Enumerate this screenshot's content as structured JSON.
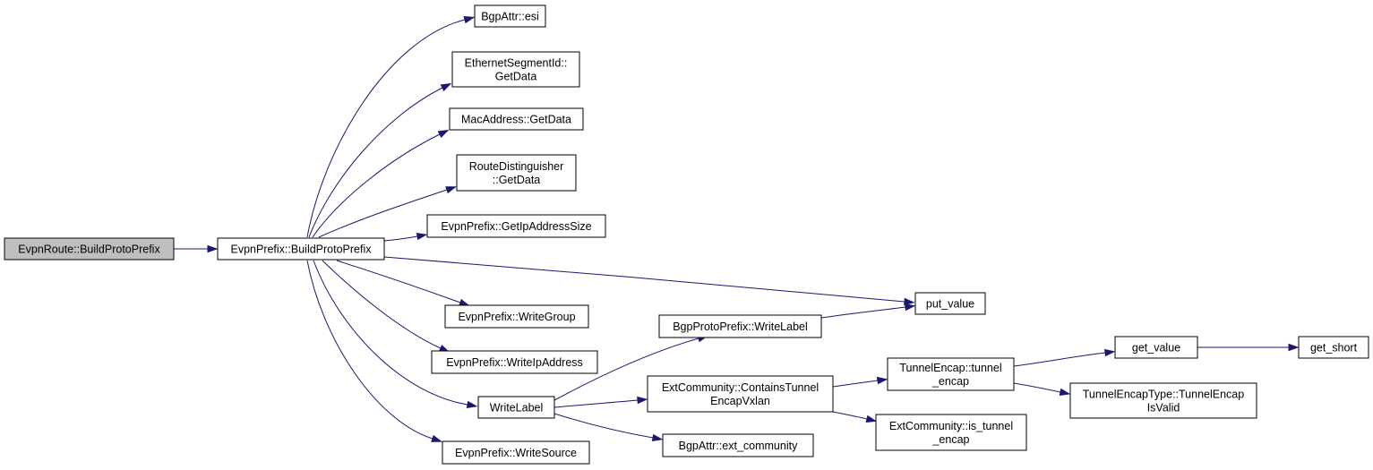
{
  "nodes": [
    {
      "id": "root",
      "lines": [
        "EvpnRoute::BuildProtoPrefix"
      ],
      "highlight": true
    },
    {
      "id": "build",
      "lines": [
        "EvpnPrefix::BuildProtoPrefix"
      ]
    },
    {
      "id": "esi",
      "lines": [
        "BgpAttr::esi"
      ]
    },
    {
      "id": "esid",
      "lines": [
        "EthernetSegmentId::",
        "GetData"
      ]
    },
    {
      "id": "mac",
      "lines": [
        "MacAddress::GetData"
      ]
    },
    {
      "id": "rd",
      "lines": [
        "RouteDistinguisher",
        "::GetData"
      ]
    },
    {
      "id": "ipsize",
      "lines": [
        "EvpnPrefix::GetIpAddressSize"
      ]
    },
    {
      "id": "putv",
      "lines": [
        "put_value"
      ]
    },
    {
      "id": "wgroup",
      "lines": [
        "EvpnPrefix::WriteGroup"
      ]
    },
    {
      "id": "wip",
      "lines": [
        "EvpnPrefix::WriteIpAddress"
      ]
    },
    {
      "id": "wlabel",
      "lines": [
        "WriteLabel"
      ]
    },
    {
      "id": "wsource",
      "lines": [
        "EvpnPrefix::WriteSource"
      ]
    },
    {
      "id": "bgpwl",
      "lines": [
        "BgpProtoPrefix::WriteLabel"
      ]
    },
    {
      "id": "ctev",
      "lines": [
        "ExtCommunity::ContainsTunnel",
        "EncapVxlan"
      ]
    },
    {
      "id": "extc",
      "lines": [
        "BgpAttr::ext_community"
      ]
    },
    {
      "id": "te",
      "lines": [
        "TunnelEncap::tunnel",
        "_encap"
      ]
    },
    {
      "id": "iste",
      "lines": [
        "ExtCommunity::is_tunnel",
        "_encap"
      ]
    },
    {
      "id": "getv",
      "lines": [
        "get_value"
      ]
    },
    {
      "id": "gets",
      "lines": [
        "get_short"
      ]
    },
    {
      "id": "tetv",
      "lines": [
        "TunnelEncapType::TunnelEncap",
        "IsValid"
      ]
    }
  ],
  "edges": [
    {
      "from": "root",
      "to": "build"
    },
    {
      "from": "build",
      "to": "esi"
    },
    {
      "from": "build",
      "to": "esid"
    },
    {
      "from": "build",
      "to": "mac"
    },
    {
      "from": "build",
      "to": "rd"
    },
    {
      "from": "build",
      "to": "ipsize"
    },
    {
      "from": "build",
      "to": "putv"
    },
    {
      "from": "build",
      "to": "wgroup"
    },
    {
      "from": "build",
      "to": "wip"
    },
    {
      "from": "build",
      "to": "wlabel"
    },
    {
      "from": "build",
      "to": "wsource"
    },
    {
      "from": "wlabel",
      "to": "bgpwl"
    },
    {
      "from": "wlabel",
      "to": "ctev"
    },
    {
      "from": "wlabel",
      "to": "extc"
    },
    {
      "from": "bgpwl",
      "to": "putv"
    },
    {
      "from": "ctev",
      "to": "te"
    },
    {
      "from": "ctev",
      "to": "iste"
    },
    {
      "from": "te",
      "to": "getv"
    },
    {
      "from": "te",
      "to": "tetv"
    },
    {
      "from": "getv",
      "to": "gets"
    }
  ]
}
